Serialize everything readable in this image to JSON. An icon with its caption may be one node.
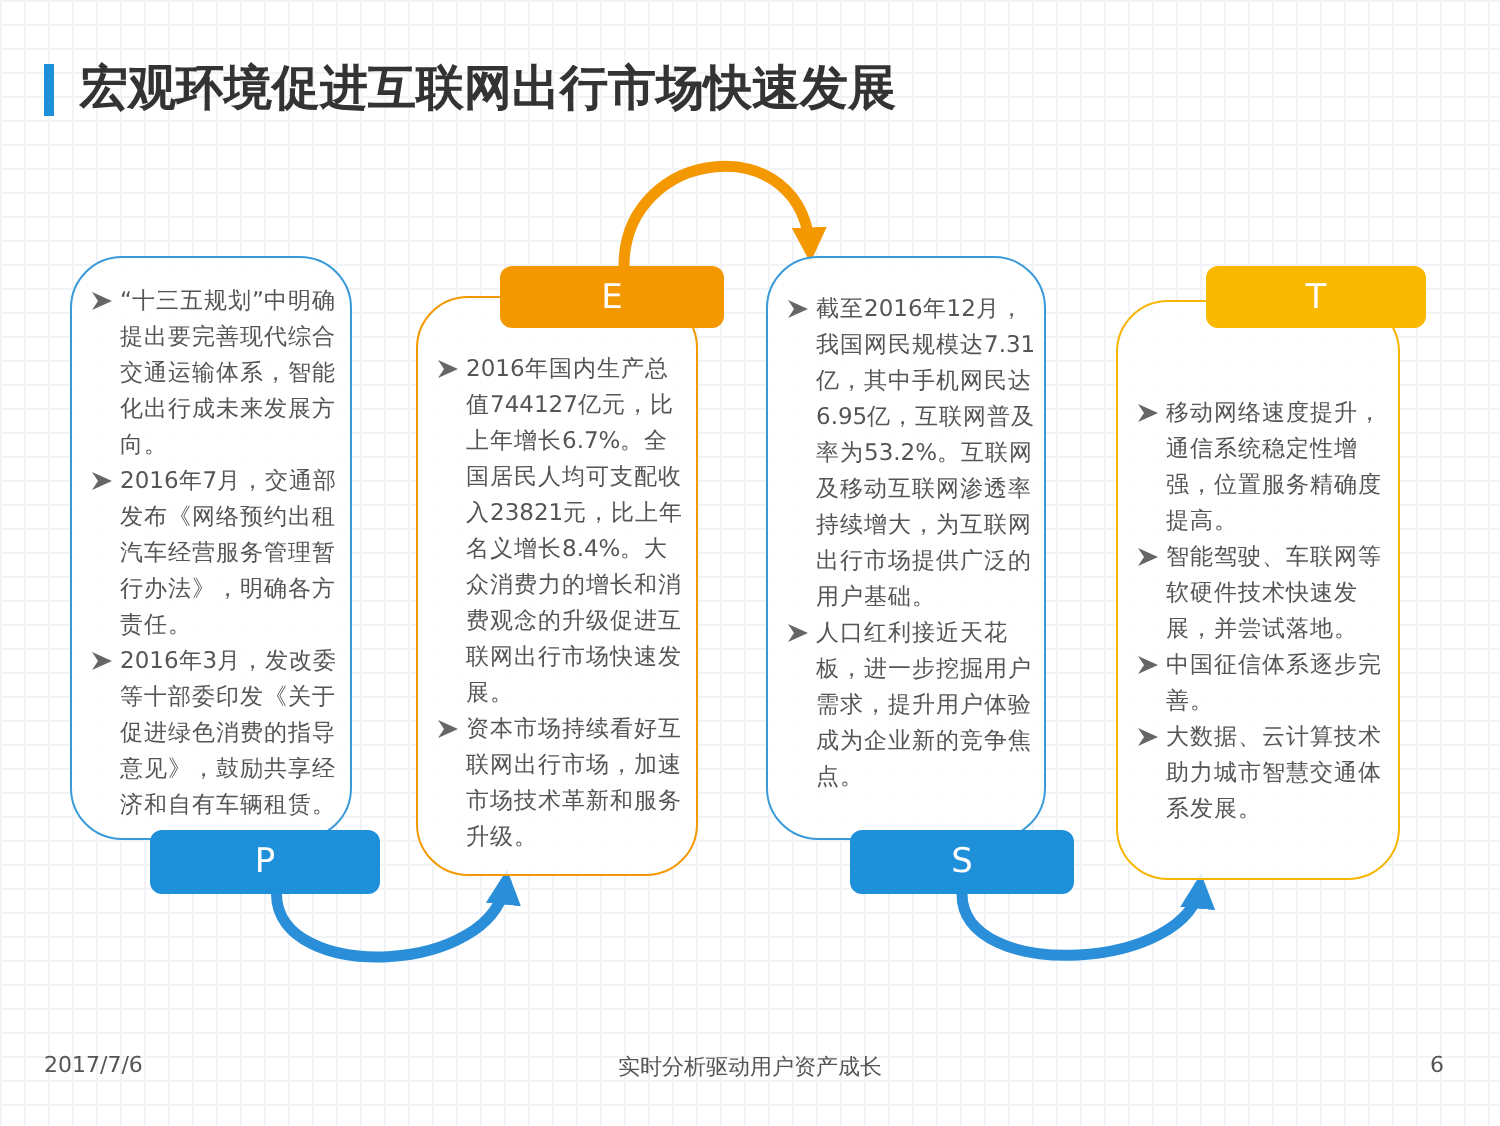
{
  "diagram": {
    "title": "宏观环境促进互联网出行市场快速发展",
    "nodes": [
      {
        "text": [
          "“十三五规划”中明确提出要完善现代综合交通运输体系，智能化出行成未来发展方向。",
          "2016年7月，交通部发布《网络预约出租汽车经营服务管理暂行办法》，明确各方责任。",
          "2016年3月，发改委等十部委印发《关于促进绿色消费的指导意见》，鼓励共享经济和自有车辆租赁。"
        ]
      },
      {
        "text": [
          "P"
        ]
      },
      {
        "text": [
          "2016年国内生产总值744127亿元，比上年增长6.7%。全国居民人均可支配收入23821元，比上年名义增长8.4%。大众消费力的增长和消费观念的升级促进互联网出行市场快速发展。",
          "资本市场持续看好互联网出行市场，加速市场技术革新和服务升级。"
        ]
      },
      {
        "text": [
          "E"
        ]
      },
      {
        "text": [
          "截至2016年12月，我国网民规模达7.31亿，其中手机网民达6.95亿，互联网普及率为53.2%。互联网及移动互联网渗透率持续增大，为互联网出行市场提供广泛的用户基础。",
          "人口红利接近天花板，进一步挖掘用户需求，提升用户体验成为企业新的竞争焦点。"
        ]
      },
      {
        "text": [
          "S"
        ]
      },
      {
        "text": [
          "移动网络速度提升，通信系统稳定性增强，位置服务精确度提高。",
          "智能驾驶、车联网等软硬件技术快速发展，并尝试落地。",
          "中国征信体系逐步完善。",
          "大数据、云计算技术助力城市智慧交通体系发展。"
        ]
      },
      {
        "text": [
          "T"
        ]
      }
    ],
    "edges": [
      {
        "from": 1,
        "to": 2,
        "arrow": "to"
      },
      {
        "from": 3,
        "to": 4,
        "arrow": "to",
        "color": "#f39800"
      },
      {
        "from": 5,
        "to": 6,
        "arrow": "to"
      }
    ],
    "labels": [
      "2017/7/6",
      "实时分析驱动用户资产成长",
      "6"
    ]
  }
}
